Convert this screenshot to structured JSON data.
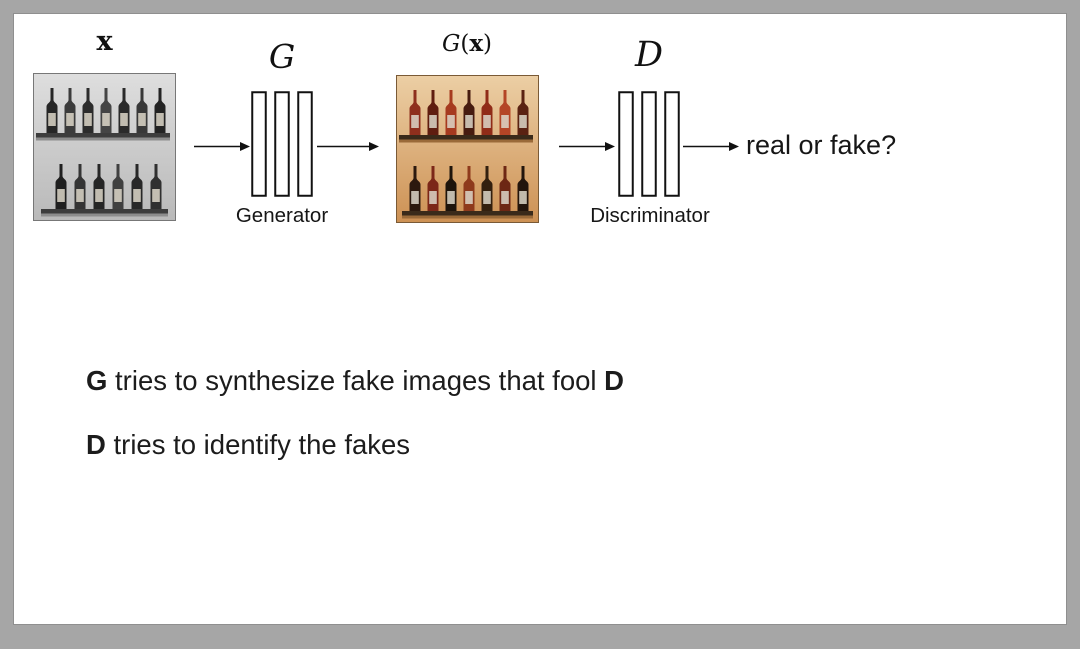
{
  "colors": {
    "frame": "#a6a6a6",
    "slide": "#ffffff",
    "ink": "#111111"
  },
  "slide": {
    "diagram": {
      "input_label": "x",
      "generator": {
        "symbol": "G",
        "name": "Generator"
      },
      "output_label": {
        "g": "G",
        "open": "(",
        "x": "x",
        "close": ")"
      },
      "discriminator": {
        "symbol": "D",
        "name": "Discriminator"
      },
      "result_text": "real or fake?",
      "images": {
        "input": "grayscale-bottles-photo",
        "output": "color-bottles-photo"
      }
    },
    "caption": {
      "line1": [
        {
          "text": "G",
          "bold": true
        },
        {
          "text": " tries to synthesize fake images that fool ",
          "bold": false
        },
        {
          "text": "D",
          "bold": true
        }
      ],
      "line2": [
        {
          "text": "D",
          "bold": true
        },
        {
          "text": " tries to identify the fakes",
          "bold": false
        }
      ]
    }
  }
}
